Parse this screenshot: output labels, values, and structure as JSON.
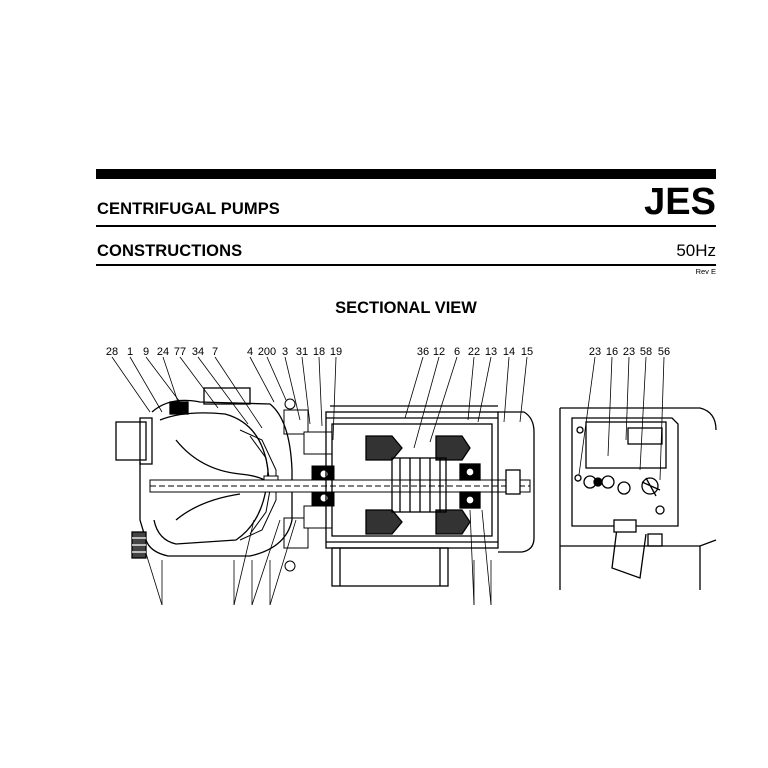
{
  "header": {
    "product_type": "CENTRIFUGAL PUMPS",
    "series": "JES",
    "section": "CONSTRUCTIONS",
    "frequency": "50Hz",
    "revision": "Rev E"
  },
  "view_title": "SECTIONAL VIEW",
  "callouts": {
    "main": [
      "28",
      "1",
      "9",
      "24",
      "77",
      "34",
      "7",
      "4",
      "200",
      "3",
      "31",
      "18",
      "19",
      "36",
      "12",
      "6",
      "22",
      "13",
      "14",
      "15"
    ],
    "terminal_box": [
      "23",
      "16",
      "23",
      "58",
      "56"
    ]
  }
}
